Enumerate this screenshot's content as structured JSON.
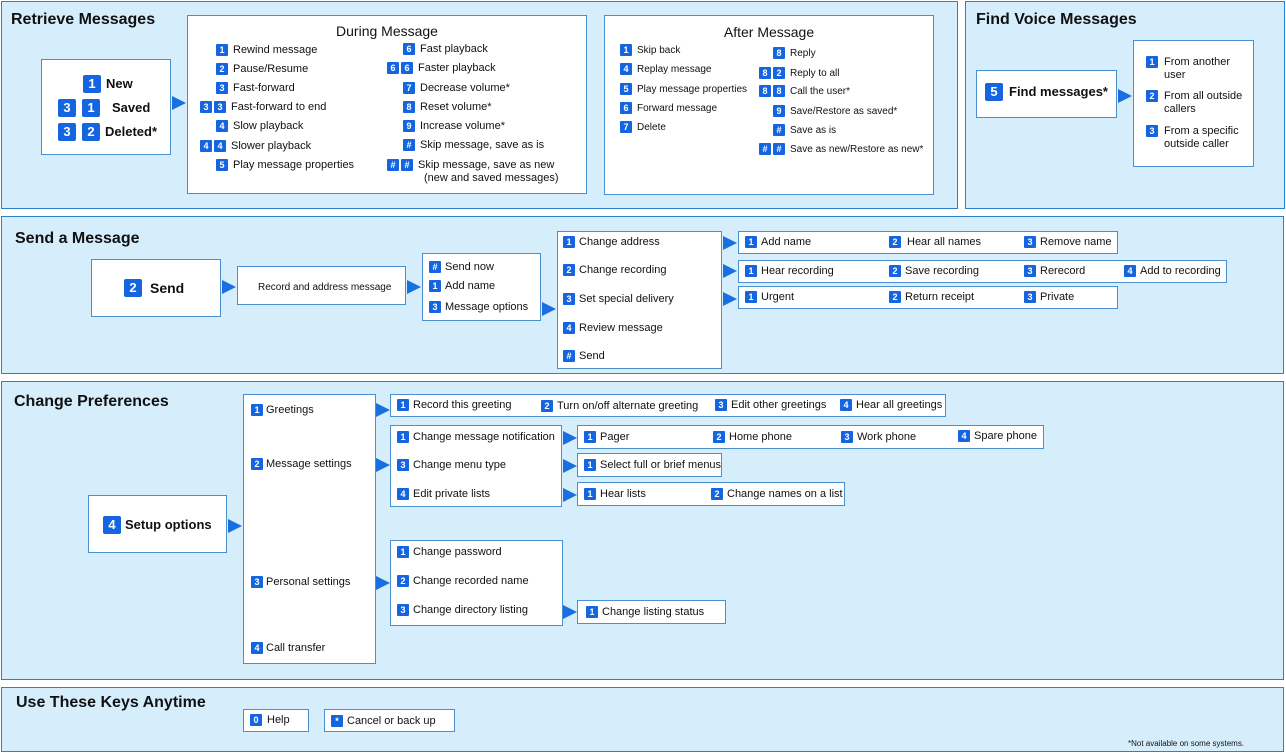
{
  "colors": {
    "key": "#1565e0",
    "section_bg": "#d6eefc",
    "border": "#2a82cc"
  },
  "retrieve": {
    "title": "Retrieve Messages",
    "main": [
      {
        "keys": [
          "1"
        ],
        "label": "New"
      },
      {
        "keys": [
          "3",
          "1"
        ],
        "label": "Saved"
      },
      {
        "keys": [
          "3",
          "2"
        ],
        "label": "Deleted*"
      }
    ],
    "during": {
      "title": "During Message",
      "left": [
        {
          "keys": [
            "1"
          ],
          "label": "Rewind message"
        },
        {
          "keys": [
            "2"
          ],
          "label": "Pause/Resume"
        },
        {
          "keys": [
            "3"
          ],
          "label": "Fast-forward"
        },
        {
          "keys": [
            "3",
            "3"
          ],
          "label": "Fast-forward to end"
        },
        {
          "keys": [
            "4"
          ],
          "label": "Slow playback"
        },
        {
          "keys": [
            "4",
            "4"
          ],
          "label": "Slower playback"
        },
        {
          "keys": [
            "5"
          ],
          "label": "Play message properties"
        }
      ],
      "right": [
        {
          "keys": [
            "6"
          ],
          "label": "Fast playback"
        },
        {
          "keys": [
            "6",
            "6"
          ],
          "label": "Faster playback"
        },
        {
          "keys": [
            "7"
          ],
          "label": "Decrease volume*"
        },
        {
          "keys": [
            "8"
          ],
          "label": "Reset volume*"
        },
        {
          "keys": [
            "9"
          ],
          "label": "Increase volume*"
        },
        {
          "keys": [
            "#"
          ],
          "label": "Skip message, save as is"
        },
        {
          "keys": [
            "#",
            "#"
          ],
          "label": "Skip message, save as new",
          "sub": "(new and saved messages)"
        }
      ]
    },
    "after": {
      "title": "After Message",
      "left": [
        {
          "keys": [
            "1"
          ],
          "label": "Skip back"
        },
        {
          "keys": [
            "4"
          ],
          "label": "Replay message"
        },
        {
          "keys": [
            "5"
          ],
          "label": "Play message properties"
        },
        {
          "keys": [
            "6"
          ],
          "label": "Forward message"
        },
        {
          "keys": [
            "7"
          ],
          "label": "Delete"
        }
      ],
      "right": [
        {
          "keys": [
            "8"
          ],
          "label": "Reply"
        },
        {
          "keys": [
            "8",
            "2"
          ],
          "label": "Reply to all"
        },
        {
          "keys": [
            "8",
            "8"
          ],
          "label": "Call the user*"
        },
        {
          "keys": [
            "9"
          ],
          "label": "Save/Restore as saved*"
        },
        {
          "keys": [
            "#"
          ],
          "label": "Save as is"
        },
        {
          "keys": [
            "#",
            "#"
          ],
          "label": "Save as new/Restore as new*"
        }
      ]
    }
  },
  "find": {
    "title": "Find Voice Messages",
    "main": {
      "key": "5",
      "label": "Find messages*"
    },
    "options": [
      {
        "key": "1",
        "line1": "From another",
        "line2": "user"
      },
      {
        "key": "2",
        "line1": "From all outside",
        "line2": "callers"
      },
      {
        "key": "3",
        "line1": "From a specific",
        "line2": "outside caller"
      }
    ]
  },
  "send": {
    "title": "Send a Message",
    "main": {
      "key": "2",
      "label": "Send"
    },
    "record": "Record and address message",
    "after_record": [
      {
        "key": "#",
        "label": "Send now"
      },
      {
        "key": "1",
        "label": "Add name"
      },
      {
        "key": "3",
        "label": "Message options"
      }
    ],
    "options": [
      {
        "key": "1",
        "label": "Change address"
      },
      {
        "key": "2",
        "label": "Change recording"
      },
      {
        "key": "3",
        "label": "Set special delivery"
      },
      {
        "key": "4",
        "label": "Review message"
      },
      {
        "key": "#",
        "label": "Send"
      }
    ],
    "address": [
      {
        "key": "1",
        "label": "Add name"
      },
      {
        "key": "2",
        "label": "Hear all names"
      },
      {
        "key": "3",
        "label": "Remove name"
      }
    ],
    "recording": [
      {
        "key": "1",
        "label": "Hear recording"
      },
      {
        "key": "2",
        "label": "Save recording"
      },
      {
        "key": "3",
        "label": "Rerecord"
      },
      {
        "key": "4",
        "label": "Add to recording"
      }
    ],
    "delivery": [
      {
        "key": "1",
        "label": "Urgent"
      },
      {
        "key": "2",
        "label": "Return receipt"
      },
      {
        "key": "3",
        "label": "Private"
      }
    ]
  },
  "prefs": {
    "title": "Change Preferences",
    "main": {
      "key": "4",
      "label": "Setup options"
    },
    "menu": [
      {
        "key": "1",
        "label": "Greetings"
      },
      {
        "key": "2",
        "label": "Message settings"
      },
      {
        "key": "3",
        "label": "Personal settings"
      },
      {
        "key": "4",
        "label": "Call transfer"
      }
    ],
    "greetings": [
      {
        "key": "1",
        "label": "Record this greeting"
      },
      {
        "key": "2",
        "label": "Turn on/off alternate greeting"
      },
      {
        "key": "3",
        "label": "Edit other greetings"
      },
      {
        "key": "4",
        "label": "Hear all greetings"
      }
    ],
    "msg_settings": [
      {
        "key": "1",
        "label": "Change message notification"
      },
      {
        "key": "3",
        "label": "Change menu type"
      },
      {
        "key": "4",
        "label": "Edit private lists"
      }
    ],
    "notification": [
      {
        "key": "1",
        "label": "Pager"
      },
      {
        "key": "2",
        "label": "Home phone"
      },
      {
        "key": "3",
        "label": "Work phone"
      },
      {
        "key": "4",
        "label": "Spare phone"
      }
    ],
    "menu_type": [
      {
        "key": "1",
        "label": "Select full or brief menus"
      }
    ],
    "lists": [
      {
        "key": "1",
        "label": "Hear lists"
      },
      {
        "key": "2",
        "label": "Change names on a list"
      }
    ],
    "personal": [
      {
        "key": "1",
        "label": "Change password"
      },
      {
        "key": "2",
        "label": "Change recorded name"
      },
      {
        "key": "3",
        "label": "Change directory listing"
      }
    ],
    "listing": [
      {
        "key": "1",
        "label": "Change listing status"
      }
    ]
  },
  "anytime": {
    "title": "Use These Keys Anytime",
    "keys": [
      {
        "key": "0",
        "label": "Help"
      },
      {
        "key": "*",
        "label": "Cancel or back up"
      }
    ]
  },
  "footnote": "*Not available on some systems."
}
